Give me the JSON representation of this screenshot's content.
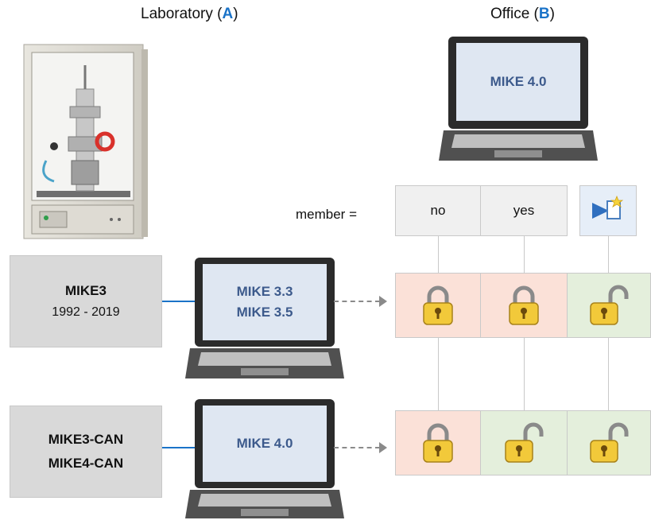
{
  "headings": {
    "lab": {
      "text": "Laboratory (",
      "key": "A",
      "close": ")"
    },
    "office": {
      "text": "Office (",
      "key": "B",
      "close": ")"
    }
  },
  "office_laptop": {
    "screen": "MIKE 4.0"
  },
  "member_label": "member =",
  "columns": [
    {
      "label": "no",
      "type": "text"
    },
    {
      "label": "yes",
      "type": "text"
    },
    {
      "label": "",
      "type": "icon",
      "icon": "export-icon"
    }
  ],
  "rows": [
    {
      "box_title": "MIKE3",
      "box_sub": "1992 - 2019",
      "laptop_lines": [
        "MIKE 3.3",
        "MIKE 3.5"
      ],
      "locks": [
        {
          "state": "locked",
          "color": "#fbe1d8"
        },
        {
          "state": "locked",
          "color": "#fbe1d8"
        },
        {
          "state": "unlocked",
          "color": "#e4efdc"
        }
      ]
    },
    {
      "box_title": "MIKE3-CAN",
      "box_sub": "MIKE4-CAN",
      "laptop_lines": [
        "MIKE 4.0"
      ],
      "locks": [
        {
          "state": "locked",
          "color": "#fbe1d8"
        },
        {
          "state": "unlocked",
          "color": "#e4efdc"
        },
        {
          "state": "unlocked",
          "color": "#e4efdc"
        }
      ]
    }
  ],
  "colors": {
    "accent": "#1a73c8",
    "locked_bg": "#fbe1d8",
    "unlocked_bg": "#e4efdc"
  }
}
